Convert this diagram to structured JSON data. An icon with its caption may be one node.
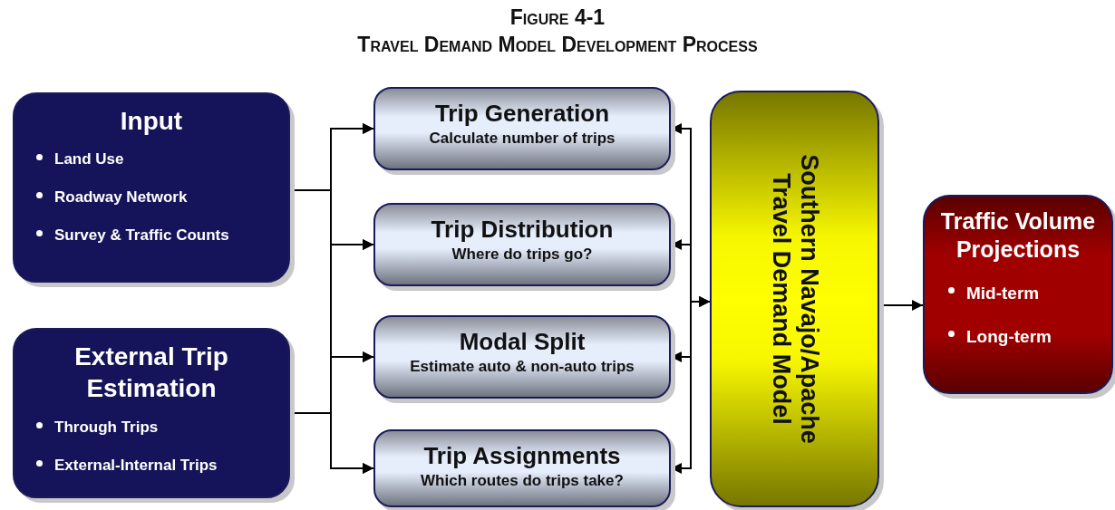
{
  "diagram": {
    "title": "Figure 4-1",
    "nodes": [
      {
        "text": [
          "Input",
          "Land Use",
          "Roadway Network",
          "Survey & Traffic Counts"
        ]
      },
      {
        "text": [
          "External Trip Estimation",
          "Through Trips",
          "External-Internal Trips"
        ]
      },
      {
        "text": [
          "Trip Generation",
          "Calculate number of trips"
        ]
      },
      {
        "text": [
          "Trip Distribution",
          "Where do trips go?"
        ]
      },
      {
        "text": [
          "Modal Split",
          "Estimate auto & non-auto trips"
        ]
      },
      {
        "text": [
          "Trip Assignments",
          "Which routes do trips take?"
        ]
      },
      {
        "text": [
          "Southern Navajo/Apache Travel Demand Model"
        ]
      },
      {
        "text": [
          "Traffic Volume Projections",
          "Mid-term",
          "Long-term"
        ]
      }
    ],
    "edges": [
      {
        "from": 0,
        "to": 2,
        "arrow": "to"
      },
      {
        "from": 0,
        "to": 3,
        "arrow": "to"
      },
      {
        "from": 0,
        "to": 4,
        "arrow": "to"
      },
      {
        "from": 0,
        "to": 5,
        "arrow": "to"
      },
      {
        "from": 1,
        "to": 2,
        "arrow": "to"
      },
      {
        "from": 1,
        "to": 3,
        "arrow": "to"
      },
      {
        "from": 1,
        "to": 4,
        "arrow": "to"
      },
      {
        "from": 1,
        "to": 5,
        "arrow": "to"
      },
      {
        "from": 2,
        "to": 6,
        "arrow": "both"
      },
      {
        "from": 3,
        "to": 6,
        "arrow": "both"
      },
      {
        "from": 4,
        "to": 6,
        "arrow": "both"
      },
      {
        "from": 5,
        "to": 6,
        "arrow": "both"
      },
      {
        "from": 6,
        "to": 7,
        "arrow": "to"
      }
    ],
    "labels": [
      "Travel Demand Model Development Process"
    ]
  }
}
